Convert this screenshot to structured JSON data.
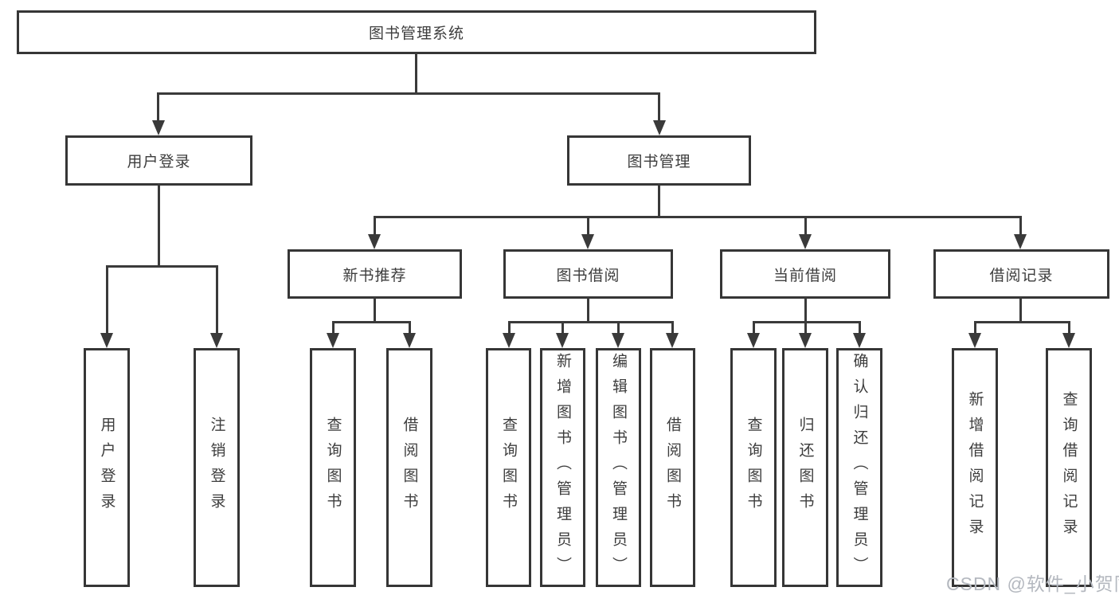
{
  "tree": {
    "root": {
      "label": "图书管理系统",
      "children": [
        {
          "label": "用户登录",
          "children": [
            {
              "label": "用户登录"
            },
            {
              "label": "注销登录"
            }
          ]
        },
        {
          "label": "图书管理",
          "children": [
            {
              "label": "新书推荐",
              "children": [
                {
                  "label": "查询图书"
                },
                {
                  "label": "借阅图书"
                }
              ]
            },
            {
              "label": "图书借阅",
              "children": [
                {
                  "label": "查询图书"
                },
                {
                  "label": "新增图书（管理员）"
                },
                {
                  "label": "编辑图书（管理员）"
                },
                {
                  "label": "借阅图书"
                }
              ]
            },
            {
              "label": "当前借阅",
              "children": [
                {
                  "label": "查询图书"
                },
                {
                  "label": "归还图书"
                },
                {
                  "label": "确认归还（管理员）"
                }
              ]
            },
            {
              "label": "借阅记录",
              "children": [
                {
                  "label": "新增借阅记录"
                },
                {
                  "label": "查询借阅记录"
                }
              ]
            }
          ]
        }
      ]
    }
  },
  "watermark": {
    "text": "CSDN @软件_小贺同学"
  },
  "colors": {
    "line": "#3a3a3a",
    "border": "#363636",
    "text": "#3d3d3d",
    "watermark": "#b4b8bf"
  }
}
